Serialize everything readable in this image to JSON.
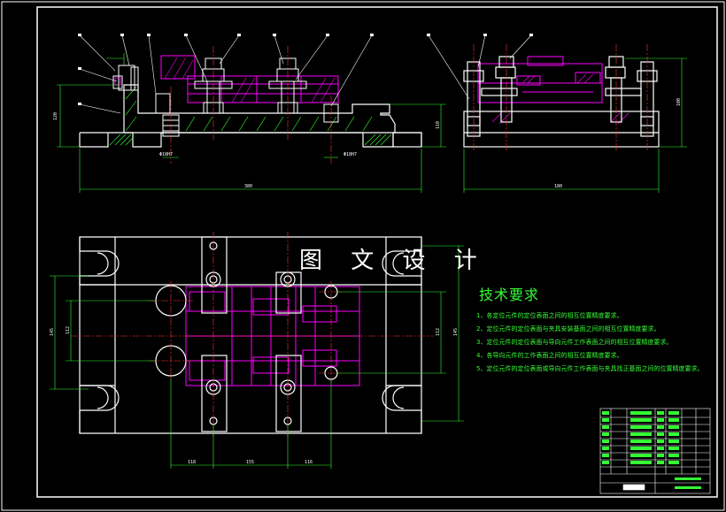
{
  "watermark": "图 文 设 计",
  "technical_requirements": {
    "title": "技术要求",
    "items": [
      "1、各定位元件的定位表面之间的相互位置精度要求。",
      "2、定位元件的定位表面与夹具安装基面之间的相互位置精度要求。",
      "3、定位元件的定位表面与导向元件工作表面之间的相互位置精度要求。",
      "4、各导向元件的工作表面之间的相互位置精度要求。",
      "5、定位元件的定位表面或导向元件工作表面与夹具找正基面之间的位置精度要求。"
    ]
  },
  "dimensions": {
    "front_width": "380",
    "front_height": "120",
    "front_height_right": "110",
    "bore_left": "Φ18H7",
    "bore_right": "Φ18H7",
    "side_width": "180",
    "side_height": "100",
    "plan_height_outer": "145",
    "plan_height_inner": "112",
    "plan_height_right": "112",
    "plan_height_far": "145",
    "plan_bottom_a": "118",
    "plan_bottom_b": "155",
    "plan_bottom_c": "116"
  },
  "colors": {
    "background": "#000000",
    "frame": "#ffffff",
    "part_outline": "#ff00ff",
    "centerline": "#ff3333",
    "dimension": "#33ff33",
    "hatch": "#33ff33",
    "text_green": "#33ff33"
  }
}
